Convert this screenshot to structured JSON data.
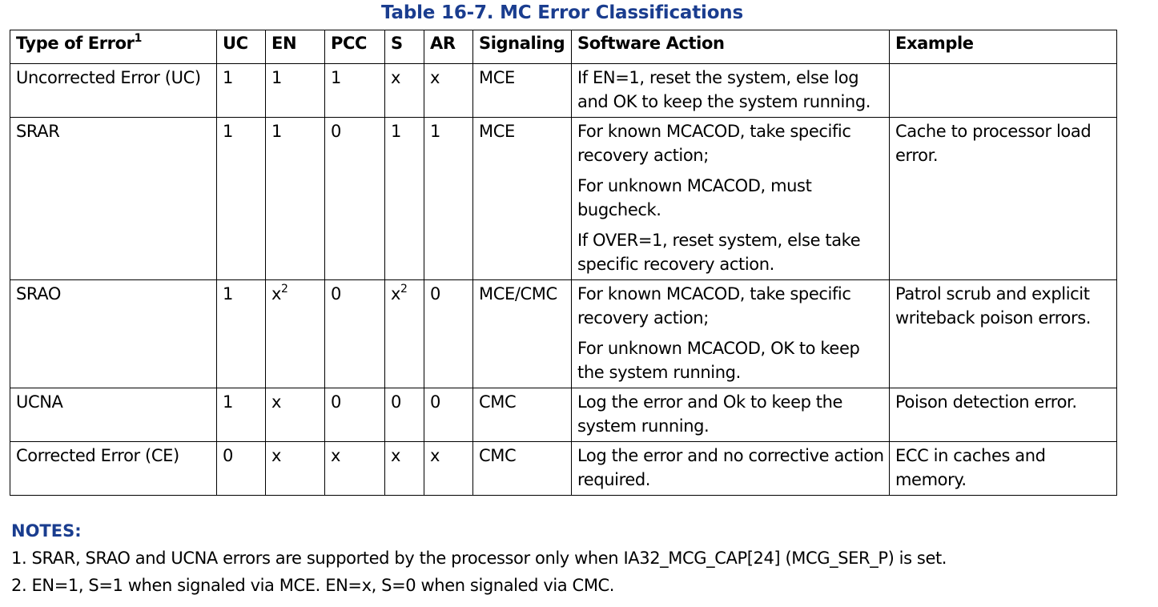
{
  "title": "Table 16-7.  MC Error Classifications",
  "headers": {
    "type": "Type of Error",
    "type_sup": "1",
    "uc": "UC",
    "en": "EN",
    "pcc": "PCC",
    "s": "S",
    "ar": "AR",
    "signaling": "Signaling",
    "action": "Software Action",
    "example": "Example"
  },
  "rows": [
    {
      "type": "Uncorrected Error (UC)",
      "uc": "1",
      "en": "1",
      "en_sup": "",
      "pcc": "1",
      "s": "x",
      "s_sup": "",
      "ar": "x",
      "signaling": "MCE",
      "action": [
        "If EN=1, reset the system, else log and OK to keep the system running.",
        "",
        ""
      ],
      "example": ""
    },
    {
      "type": "SRAR",
      "uc": "1",
      "en": "1",
      "en_sup": "",
      "pcc": "0",
      "s": "1",
      "s_sup": "",
      "ar": "1",
      "signaling": "MCE",
      "action": [
        "For known MCACOD, take specific recovery action;",
        "For unknown MCACOD, must bugcheck.",
        "If OVER=1, reset system, else take specific recovery action."
      ],
      "example": "Cache to processor load error."
    },
    {
      "type": "SRAO",
      "uc": "1",
      "en": "x",
      "en_sup": "2",
      "pcc": "0",
      "s": "x",
      "s_sup": "2",
      "ar": "0",
      "signaling": "MCE/CMC",
      "action": [
        "For known MCACOD, take specific recovery action;",
        "For unknown MCACOD, OK to keep the system running.",
        ""
      ],
      "example": "Patrol scrub and explicit writeback poison errors."
    },
    {
      "type": "UCNA",
      "uc": "1",
      "en": "x",
      "en_sup": "",
      "pcc": "0",
      "s": "0",
      "s_sup": "",
      "ar": "0",
      "signaling": "CMC",
      "action": [
        "Log the error and Ok to keep the system running.",
        "",
        ""
      ],
      "example": "Poison detection error."
    },
    {
      "type": "Corrected Error (CE)",
      "uc": "0",
      "en": "x",
      "en_sup": "",
      "pcc": "x",
      "s": "x",
      "s_sup": "",
      "ar": "x",
      "signaling": "CMC",
      "action": [
        "Log the error and no corrective action required.",
        "",
        ""
      ],
      "example": "ECC in caches and memory."
    }
  ],
  "notes": {
    "title": "NOTES:",
    "items": [
      "1. SRAR, SRAO and UCNA errors are supported by the processor only when IA32_MCG_CAP[24] (MCG_SER_P) is set.",
      "2. EN=1, S=1 when signaled via MCE. EN=x, S=0 when signaled via CMC."
    ]
  },
  "colors": {
    "heading_blue": "#1a3d8f",
    "border": "#000000",
    "text": "#000000"
  }
}
